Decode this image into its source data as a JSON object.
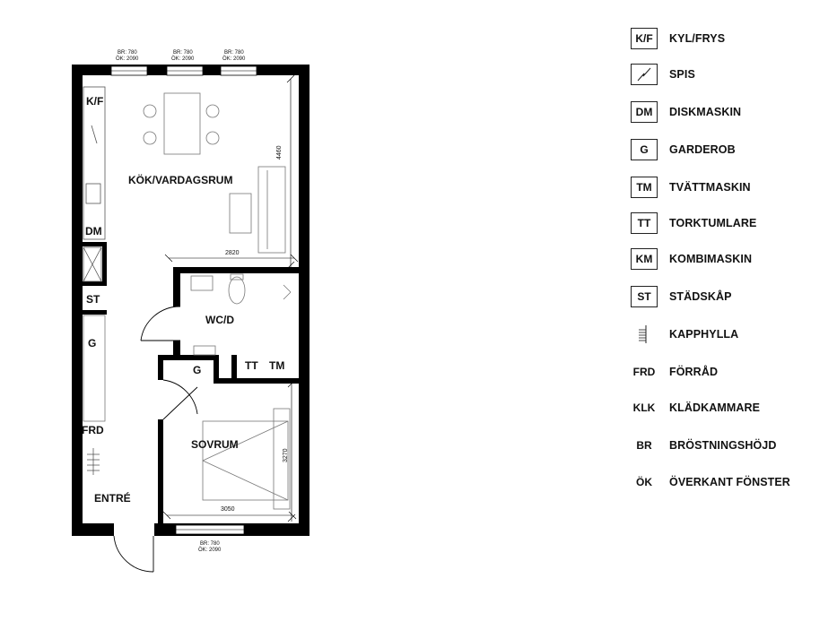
{
  "plan": {
    "rooms": {
      "kitchen_living": "KÖK/VARDAGSRUM",
      "wc": "WC/D",
      "bedroom": "SOVRUM",
      "entrance": "ENTRÉ"
    },
    "tags": {
      "fridge": "K/F",
      "dishwasher": "DM",
      "cleaning": "ST",
      "wardrobe_hall": "G",
      "storage": "FRD",
      "wardrobe_wc": "G",
      "dryer": "TT",
      "washer": "TM"
    },
    "dimensions": {
      "kitchen_width": "2820",
      "kitchen_depth": "4460",
      "bedroom_width": "3050",
      "bedroom_depth": "3270"
    },
    "windows": {
      "w1_br": "BR: 780",
      "w1_ok": "ÖK: 2090",
      "w2_br": "BR: 780",
      "w2_ok": "ÖK: 2090",
      "w3_br": "BR: 780",
      "w3_ok": "ÖK: 2090",
      "w4_br": "BR: 780",
      "w4_ok": "ÖK: 2090"
    }
  },
  "legend": [
    {
      "symbol": "K/F",
      "label": "KYL/FRYS",
      "icon": "fridge-icon",
      "boxed": true
    },
    {
      "symbol": "",
      "label": "SPIS",
      "icon": "stove-icon",
      "boxed": true
    },
    {
      "symbol": "DM",
      "label": "DISKMASKIN",
      "icon": "dishwasher-icon",
      "boxed": true
    },
    {
      "symbol": "G",
      "label": "GARDEROB",
      "icon": "wardrobe-icon",
      "boxed": true
    },
    {
      "symbol": "TM",
      "label": "TVÄTTMASKIN",
      "icon": "washer-icon",
      "boxed": true
    },
    {
      "symbol": "TT",
      "label": "TORKTUMLARE",
      "icon": "dryer-icon",
      "boxed": true
    },
    {
      "symbol": "KM",
      "label": "KOMBIMASKIN",
      "icon": "combi-machine-icon",
      "boxed": true
    },
    {
      "symbol": "ST",
      "label": "STÄDSKÅP",
      "icon": "cleaning-cabinet-icon",
      "boxed": true
    },
    {
      "symbol": "",
      "label": "KAPPHYLLA",
      "icon": "coat-rack-icon",
      "boxed": false
    },
    {
      "symbol": "FRD",
      "label": "FÖRRÅD",
      "icon": "",
      "boxed": false
    },
    {
      "symbol": "KLK",
      "label": "KLÄDKAMMARE",
      "icon": "",
      "boxed": false
    },
    {
      "symbol": "BR",
      "label": "BRÖSTNINGSHÖJD",
      "icon": "",
      "boxed": false
    },
    {
      "symbol": "ÖK",
      "label": "ÖVERKANT FÖNSTER",
      "icon": "",
      "boxed": false
    }
  ]
}
